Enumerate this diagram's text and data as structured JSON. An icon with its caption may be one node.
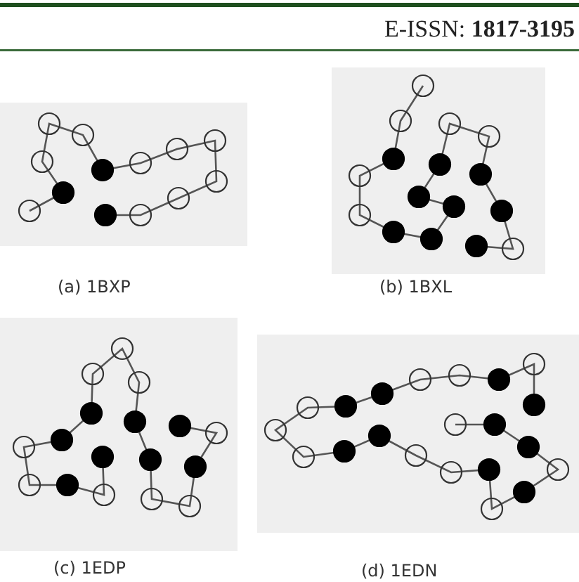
{
  "diagram": {
    "labels": [
      "E-ISSN: **1817-3195**",
      "(a) 1BXP",
      "(b) 1BXL",
      "(c) 1EDP",
      "(d) 1EDN"
    ]
  }
}
